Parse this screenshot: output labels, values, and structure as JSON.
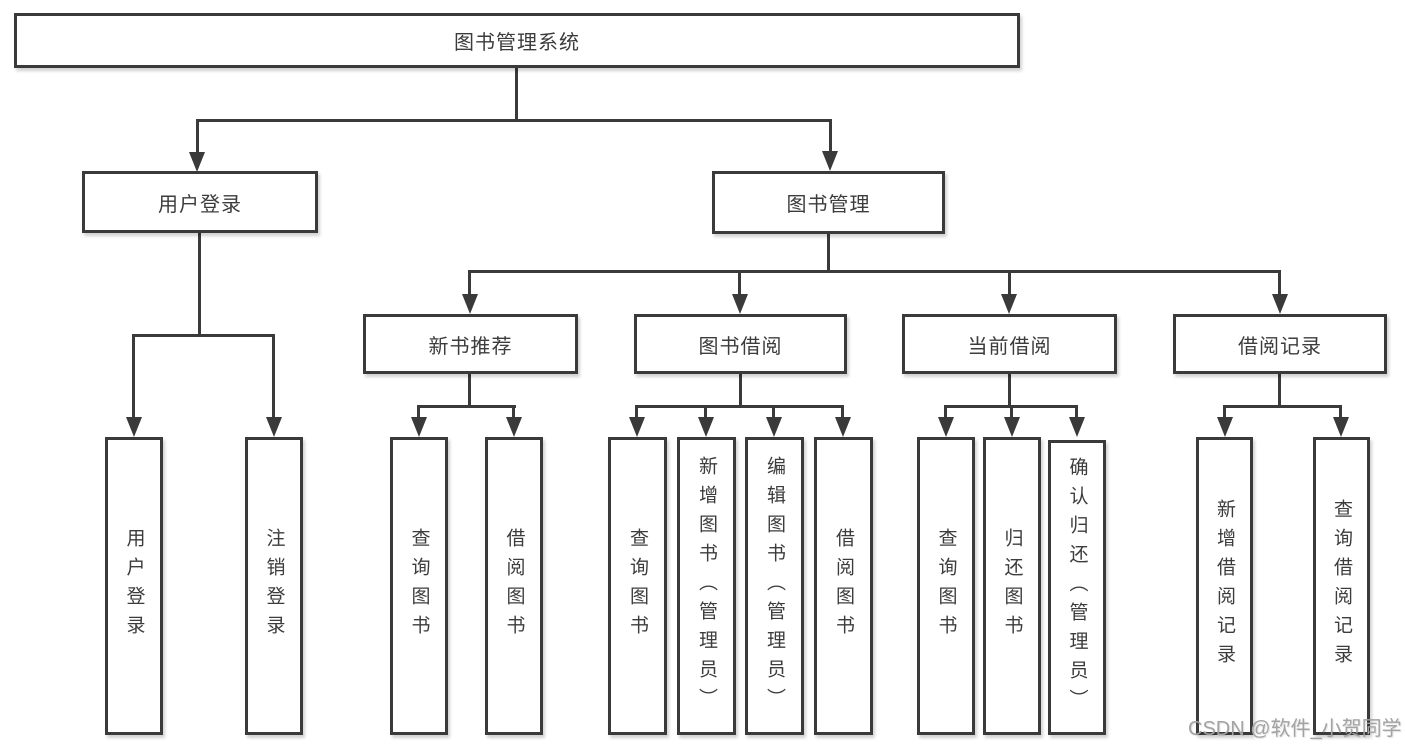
{
  "tree": {
    "root": {
      "label": "图书管理系统"
    },
    "branches": [
      {
        "label": "用户登录",
        "children": [
          {
            "label": "用户登录"
          },
          {
            "label": "注销登录"
          }
        ]
      },
      {
        "label": "图书管理",
        "children": [
          {
            "label": "新书推荐",
            "children": [
              {
                "label": "查询图书"
              },
              {
                "label": "借阅图书"
              }
            ]
          },
          {
            "label": "图书借阅",
            "children": [
              {
                "label": "查询图书"
              },
              {
                "label": "新增图书（管理员）"
              },
              {
                "label": "编辑图书（管理员）"
              },
              {
                "label": "借阅图书"
              }
            ]
          },
          {
            "label": "当前借阅",
            "children": [
              {
                "label": "查询图书"
              },
              {
                "label": "归还图书"
              },
              {
                "label": "确认归还（管理员）"
              }
            ]
          },
          {
            "label": "借阅记录",
            "children": [
              {
                "label": "新增借阅记录"
              },
              {
                "label": "查询借阅记录"
              }
            ]
          }
        ]
      }
    ]
  },
  "watermark": {
    "text": "CSDN @软件_小贺同学"
  },
  "colors": {
    "line": "#3a3a3a",
    "text": "#3c3c3c",
    "box_background": "#ffffff",
    "page_background": "#ffffff",
    "watermark": "#a3a3a3"
  }
}
